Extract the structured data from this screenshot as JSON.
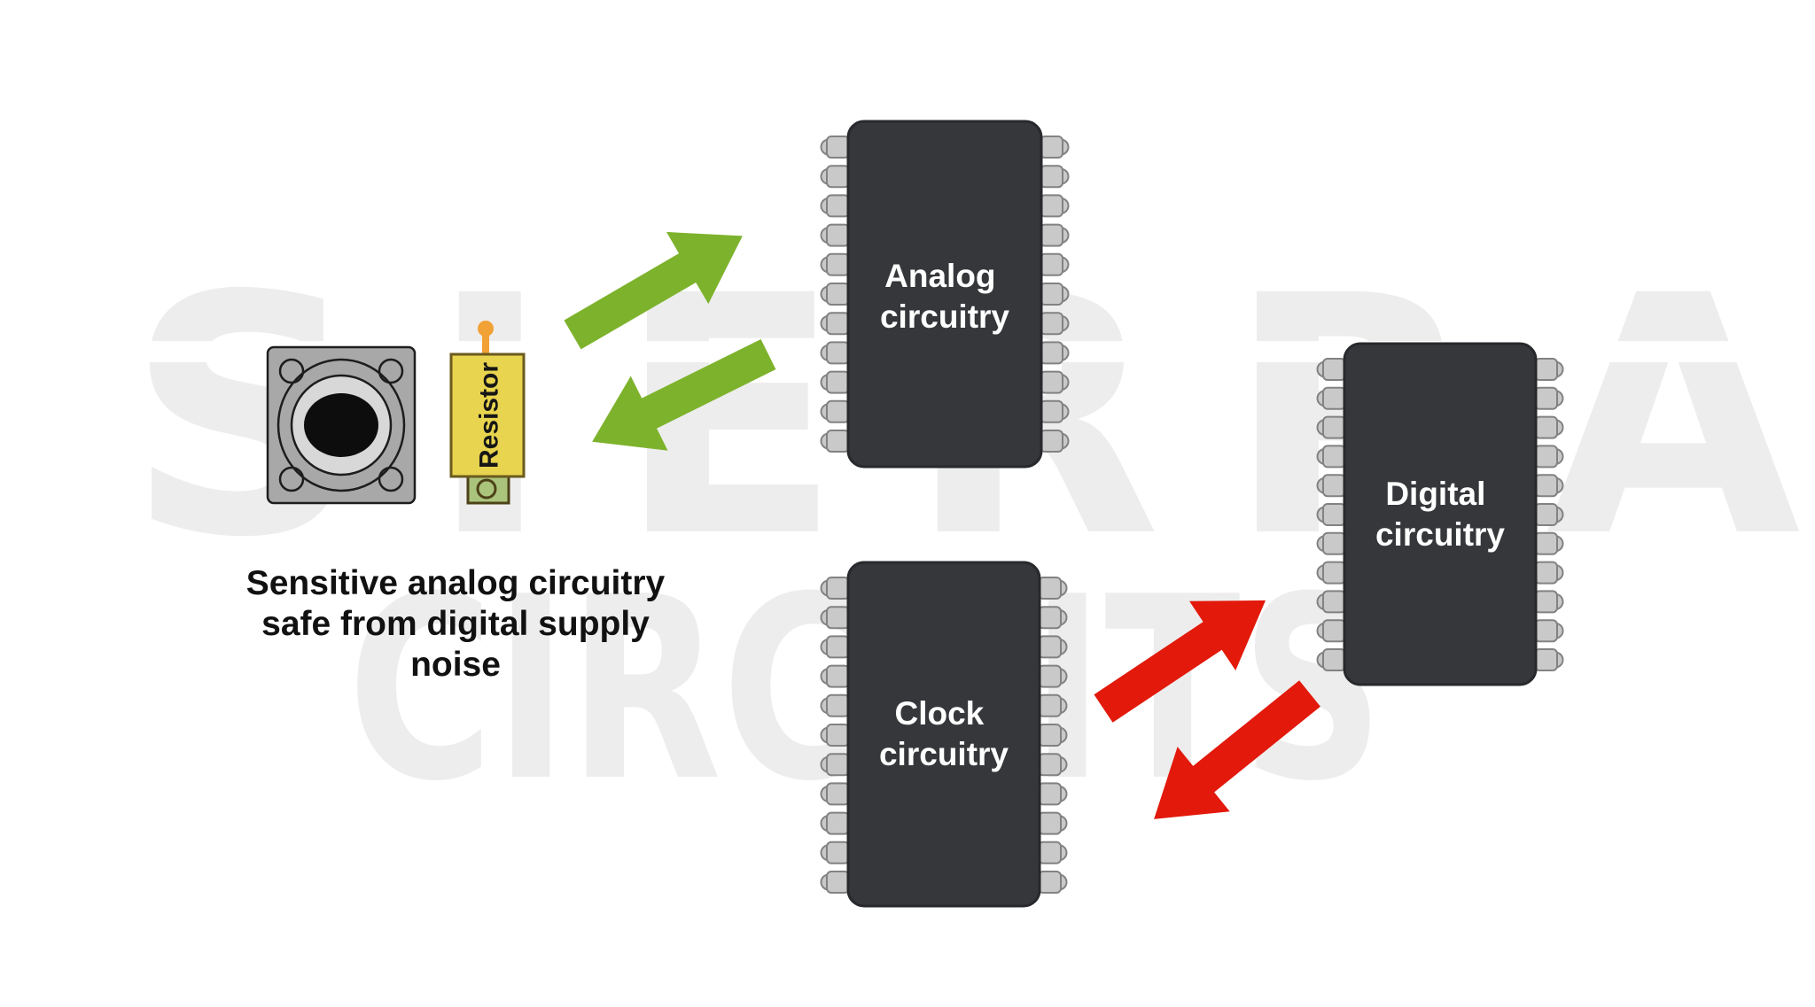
{
  "watermark": {
    "line1": "SIERRA",
    "line2": "CIRCUITS",
    "color": "#ededed"
  },
  "caption": {
    "line1": "Sensitive analog circuitry",
    "line2": "safe from digital supply",
    "line3": "noise"
  },
  "chips": {
    "analog": {
      "line1": "Analog",
      "line2": "circuitry"
    },
    "clock": {
      "line1": "Clock",
      "line2": "circuitry"
    },
    "digital": {
      "line1": "Digital",
      "line2": "circuitry"
    }
  },
  "chip_style": {
    "body_color": "#35373a",
    "pin_color": "#c9c9c9",
    "label_color": "#ffffff"
  },
  "speaker": {
    "body_color": "#a8a8a8",
    "cone_color": "#d8d8d8",
    "center_color": "#0d0d0d"
  },
  "resistor": {
    "label": "Resistor",
    "body_color": "#e8d44e",
    "lead_color": "#f2a137",
    "pad_color": "#abc47c"
  },
  "arrows": {
    "green_color": "#7db32c",
    "red_color": "#e2190b"
  }
}
